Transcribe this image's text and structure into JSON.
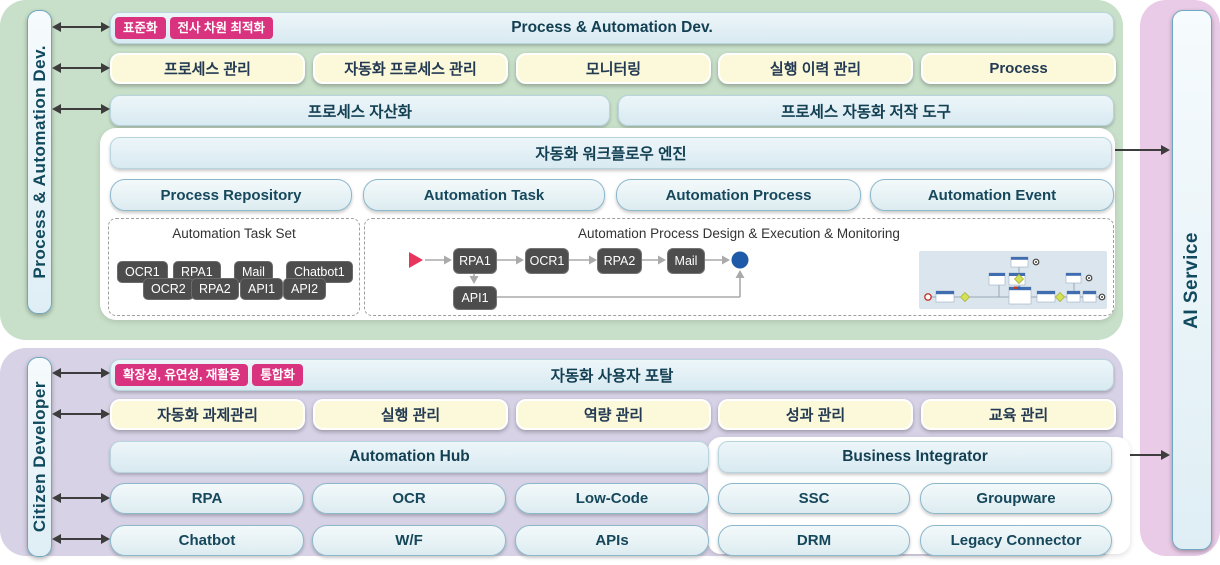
{
  "colors": {
    "dev_panel_bg": "#c8e0c9",
    "citizen_panel_bg": "#d7d2e6",
    "ai_panel_bg": "#e9cbe7",
    "badge_pink": "#d93380",
    "heading_text": "#123f52",
    "dark_tag_bg": "#4d4d4d",
    "flow_start_red": "#e8355e",
    "flow_end_blue": "#1e5aa8",
    "yellow_button_bg": "#fbf9da",
    "arrow_gray": "#3d3d3d"
  },
  "dev_section": {
    "rail": "Process & Automation Dev.",
    "header": {
      "badges": [
        "표준화",
        "전사 차원 최적화"
      ],
      "title": "Process & Automation Dev."
    },
    "mgmt_buttons": [
      "프로세스 관리",
      "자동화 프로세스 관리",
      "모니터링",
      "실행 이력 관리",
      "Process"
    ],
    "asset_buttons": [
      "프로세스 자산화",
      "프로세스 자동화 저작 도구"
    ],
    "engine": {
      "title": "자동화 워크플로우 엔진",
      "modules": [
        "Process Repository",
        "Automation Task",
        "Automation Process",
        "Automation Event"
      ],
      "task_set": {
        "title": "Automation Task Set",
        "row1": [
          "OCR1",
          "RPA1",
          "Mail",
          "Chatbot1"
        ],
        "row2": [
          "OCR2",
          "RPA2",
          "API1",
          "API2"
        ]
      },
      "design": {
        "title": "Automation Process Design & Execution & Monitoring",
        "nodes": [
          "RPA1",
          "OCR1",
          "RPA2",
          "Mail"
        ],
        "branch": "API1"
      }
    }
  },
  "citizen_section": {
    "rail": "Citizen Developer",
    "header": {
      "badges": [
        "확장성, 유연성, 재활용",
        "통합화"
      ],
      "title": "자동화 사용자 포탈"
    },
    "mgmt_buttons": [
      "자동화 과제관리",
      "실행 관리",
      "역량 관리",
      "성과 관리",
      "교육 관리"
    ],
    "hub": {
      "title": "Automation Hub",
      "buttons": [
        "RPA",
        "OCR",
        "Low-Code",
        "Chatbot",
        "W/F",
        "APIs"
      ]
    },
    "integrator": {
      "title": "Business Integrator",
      "buttons": [
        "SSC",
        "Groupware",
        "DRM",
        "Legacy Connector"
      ]
    }
  },
  "ai_section": {
    "rail": "AI Service"
  }
}
